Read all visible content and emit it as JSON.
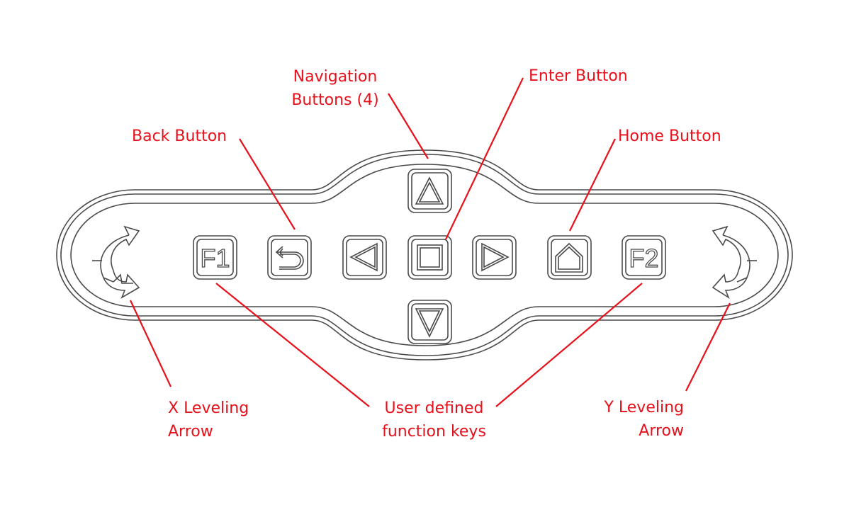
{
  "labels": {
    "navigation": [
      "Navigation",
      "Buttons (4)"
    ],
    "enter": "Enter Button",
    "back": "Back Button",
    "home": "Home Button",
    "x_leveling": [
      "X Leveling",
      "Arrow"
    ],
    "user_keys": [
      "User defined",
      "function keys"
    ],
    "y_leveling": [
      "Y Leveling",
      "Arrow"
    ]
  },
  "keys": {
    "f1": "F1",
    "f2": "F2"
  },
  "colors": {
    "annotation": "#e8101a",
    "outline": "#4a4a4a"
  }
}
